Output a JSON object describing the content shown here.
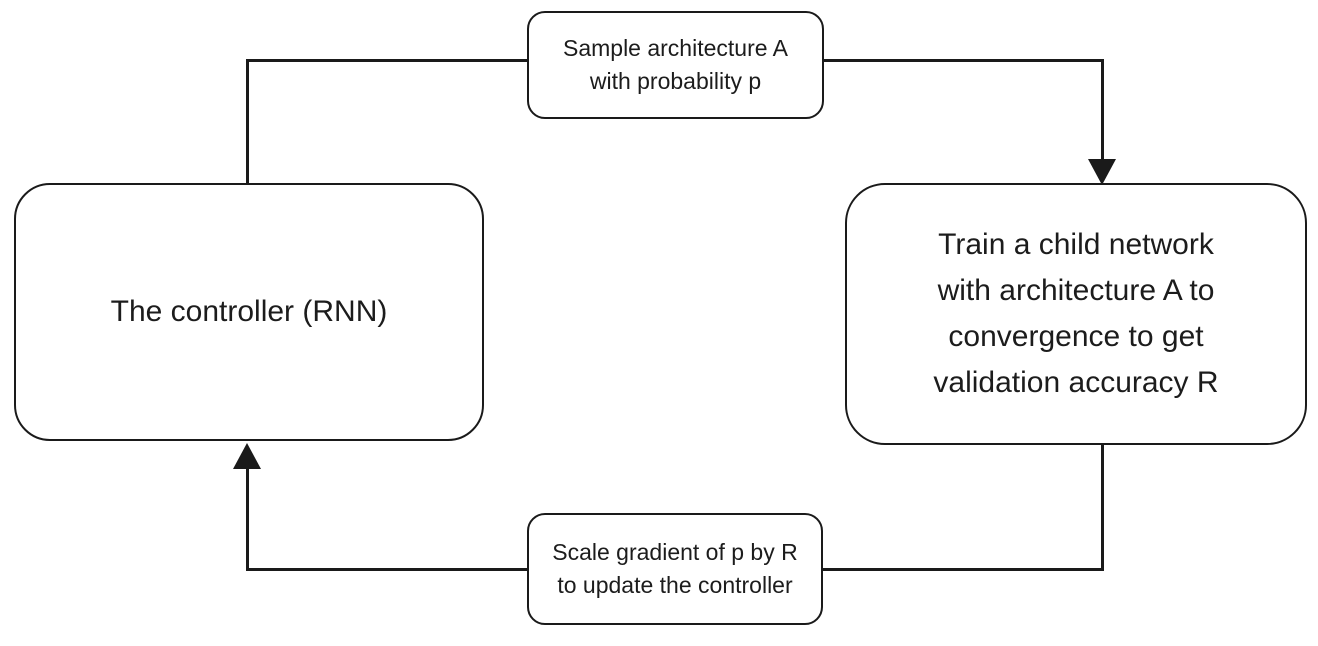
{
  "colors": {
    "background": "#ffffff",
    "line": "#1a1a1a",
    "box_border": "#1a1a1a",
    "box_fill": "#ffffff",
    "text": "#1c1c1c"
  },
  "nodes": {
    "controller": {
      "id": "controller",
      "lines": [
        "The controller (RNN)"
      ]
    },
    "sample": {
      "id": "sample",
      "lines": [
        "Sample architecture A",
        "with probability p"
      ]
    },
    "train": {
      "id": "train",
      "lines": [
        "Train a child network",
        "with architecture A to",
        "convergence to get",
        "validation accuracy R"
      ]
    },
    "scale": {
      "id": "scale",
      "lines": [
        "Scale gradient of p by R",
        "to update the controller"
      ]
    }
  },
  "edges": [
    {
      "from": "controller",
      "to": "sample",
      "arrowhead": false
    },
    {
      "from": "sample",
      "to": "train",
      "arrowhead": true
    },
    {
      "from": "train",
      "to": "scale",
      "arrowhead": false
    },
    {
      "from": "scale",
      "to": "controller",
      "arrowhead": true
    }
  ]
}
